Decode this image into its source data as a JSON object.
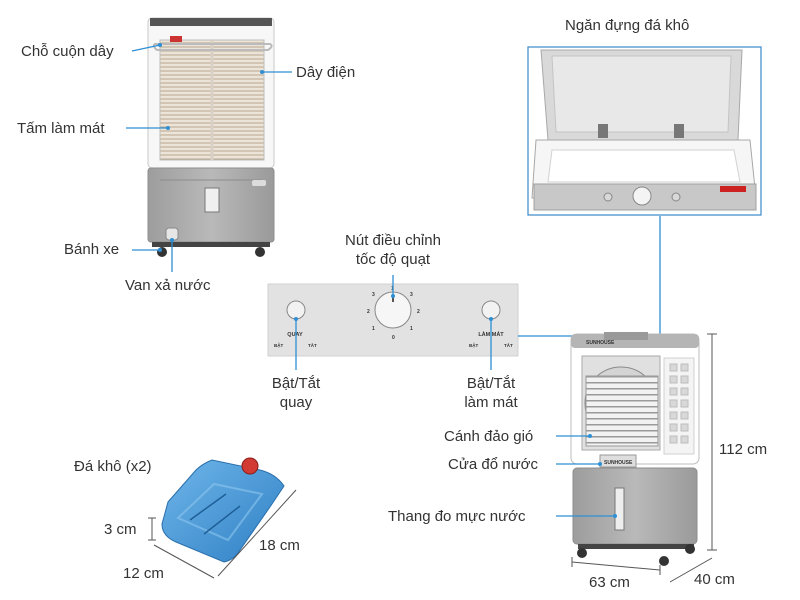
{
  "labels": {
    "coil": "Chỗ cuộn dây",
    "cord": "Dây điện",
    "pad": "Tấm làm mát",
    "wheel": "Bánh xe",
    "valve": "Van xả nước",
    "ice_tray": "Ngăn đựng đá khô",
    "speed_knob_line1": "Nút điều chỉnh",
    "speed_knob_line2": "tốc độ quạt",
    "swing_line1": "Bật/Tắt",
    "swing_line2": "quay",
    "cool_line1": "Bật/Tắt",
    "cool_line2": "làm mát",
    "louver": "Cánh đảo gió",
    "water_inlet": "Cửa đổ nước",
    "water_gauge": "Thang đo mực nước",
    "ice_pack": "Đá khô (x2)"
  },
  "dimensions": {
    "height": "112 cm",
    "width": "63 cm",
    "depth": "40 cm",
    "ice_thick": "3 cm",
    "ice_width": "12 cm",
    "ice_length": "18 cm"
  },
  "control_panel": {
    "quay": "QUAY",
    "lam_mat": "LÀM MÁT",
    "bat": "BẬT",
    "tat": "TẮT",
    "speed_marks": [
      "3",
      "2",
      "1",
      "0",
      "1",
      "2",
      "3",
      "1"
    ]
  },
  "brand": "SUNHOUSE",
  "colors": {
    "leader": "#2e8fd4",
    "body_grey": "#a9a9a9",
    "ice_blue": "#3d94d8",
    "cap_red": "#d23a34"
  }
}
